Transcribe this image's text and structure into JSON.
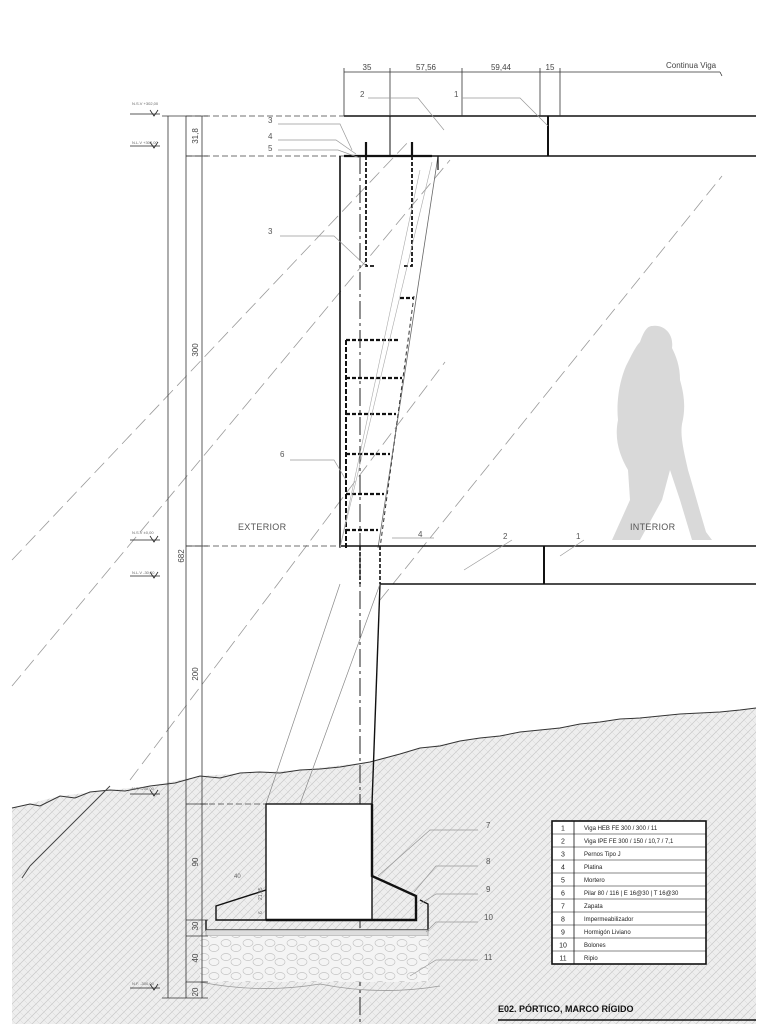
{
  "header": {
    "dims": [
      "35",
      "57,56",
      "59,44",
      "15"
    ],
    "continua_label": "Continua  Viga"
  },
  "levels": {
    "nsv_top": "N.S.V +302,00",
    "nlv_top": "N.L.V +302,00",
    "nsv_mid": "N.S.V ±0,00",
    "nlv_mid": "N.L.V -30,00",
    "nt": "N.T. -200,00",
    "nf": "N.F. -300,00"
  },
  "vertical_dims": [
    "31,8",
    "300",
    "682",
    "200",
    "90",
    "30",
    "40",
    "20"
  ],
  "footing_dims": [
    "40",
    "21,95",
    "6"
  ],
  "callouts": {
    "top": [
      "2",
      "1"
    ],
    "left_upper": [
      "3",
      "4",
      "5"
    ],
    "left_mid": [
      "3"
    ],
    "left_low": [
      "6"
    ],
    "mid": [
      "4",
      "2",
      "1"
    ],
    "right": [
      "7",
      "8",
      "9",
      "10",
      "11"
    ]
  },
  "zones": {
    "exterior": "EXTERIOR",
    "interior": "INTERIOR"
  },
  "legend": [
    {
      "num": "1",
      "text": "Viga HEB FE 300 / 300 / 11"
    },
    {
      "num": "2",
      "text": "Viga IPE FE 300 / 150 / 10,7 / 7,1"
    },
    {
      "num": "3",
      "text": "Pernos Tipo J"
    },
    {
      "num": "4",
      "text": "Platina"
    },
    {
      "num": "5",
      "text": "Mortero"
    },
    {
      "num": "6",
      "text": "Pilar 80 / 116 | E 16@30 | T 16@30"
    },
    {
      "num": "7",
      "text": "Zapata"
    },
    {
      "num": "8",
      "text": "Impermeabilizador"
    },
    {
      "num": "9",
      "text": "Hormigón Liviano"
    },
    {
      "num": "10",
      "text": "Bolones"
    },
    {
      "num": "11",
      "text": "Ripio"
    }
  ],
  "title": "E02. PÓRTICO, MARCO RÍGIDO",
  "colors": {
    "line": "#111111",
    "thin": "#8a8a8a",
    "soil": "#ececec",
    "person": "#d9d9d9"
  }
}
